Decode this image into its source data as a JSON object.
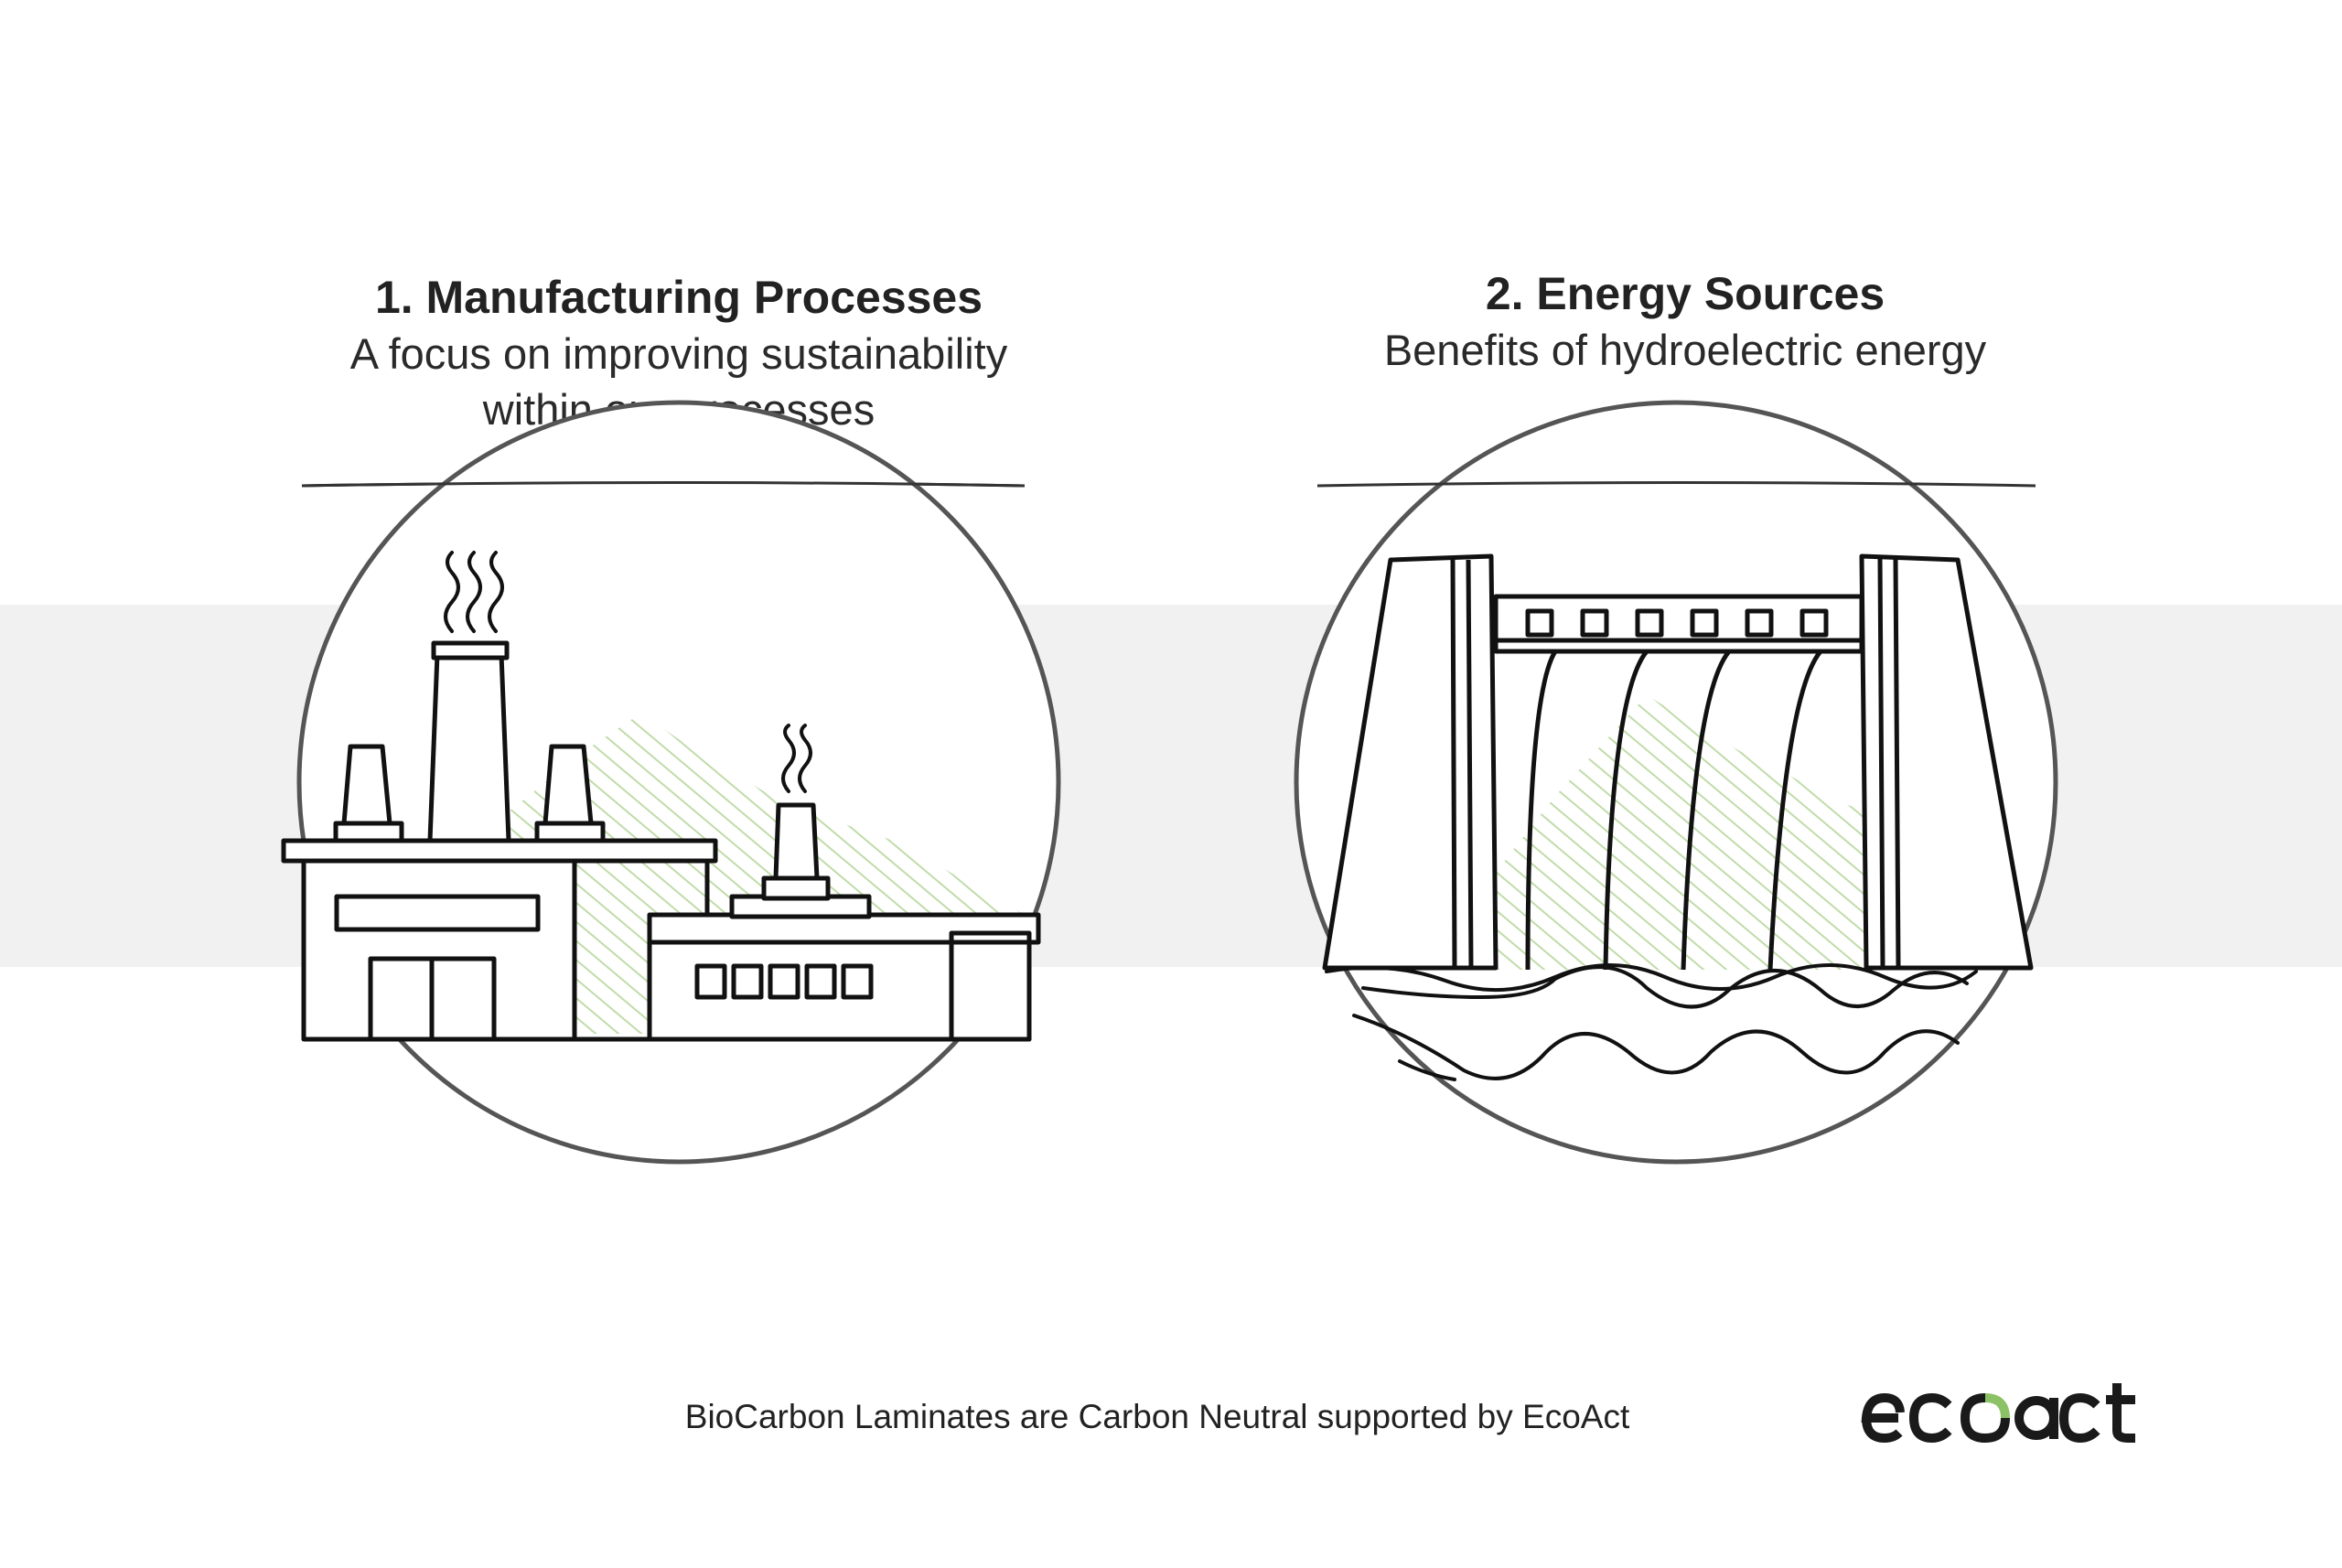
{
  "sections": [
    {
      "title": "1. Manufacturing Processes",
      "subtitle_line1": "A focus on improving sustainability",
      "subtitle_line2": "within our processes",
      "icon": "factory-icon"
    },
    {
      "title": "2. Energy Sources",
      "subtitle_line1": "Benefits of hydroelectric energy",
      "icon": "hydroelectric-dam-icon"
    }
  ],
  "footer": {
    "text": "BioCarbon Laminates are Carbon Neutral supported by EcoAct"
  },
  "logo": {
    "text": "ecoact",
    "accent_color": "#8cc265"
  },
  "colors": {
    "band": "#f1f1f1",
    "hatch": "#b9d8a0",
    "ink": "#111111"
  }
}
